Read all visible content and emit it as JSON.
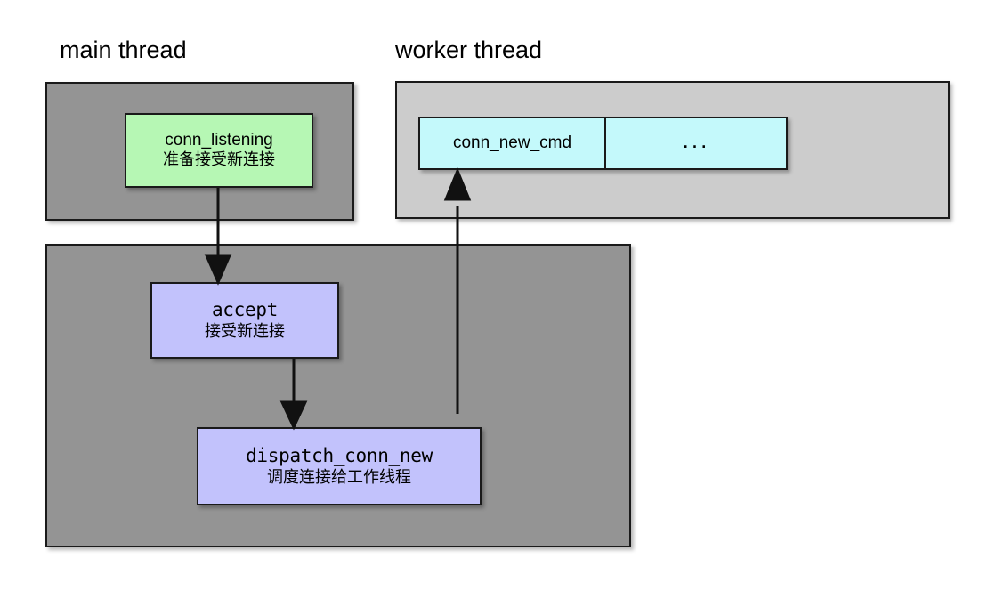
{
  "diagram": {
    "title_main_thread": "main thread",
    "title_worker_thread": "worker thread",
    "colors": {
      "panel_main": "#949494",
      "panel_worker": "#cccccc",
      "node_listening": "#b6f7b4",
      "node_accept": "#c2c2fc",
      "node_dispatch": "#c2c2fc",
      "queue": "#c4f9fb",
      "stroke": "#1a1a1a",
      "background": "#ffffff"
    },
    "nodes": {
      "conn_listening": {
        "code": "conn_listening",
        "desc": "准备接受新连接"
      },
      "accept": {
        "code": "accept",
        "desc": "接受新连接"
      },
      "dispatch_conn_new": {
        "code": "dispatch_conn_new",
        "desc": "调度连接给工作线程"
      }
    },
    "queue": {
      "cells": [
        "conn_new_cmd",
        "..."
      ]
    },
    "arrows": [
      {
        "name": "listening-to-accept",
        "from": "conn_listening",
        "to": "accept",
        "direction": "down"
      },
      {
        "name": "accept-to-dispatch",
        "from": "accept",
        "to": "dispatch_conn_new",
        "direction": "down"
      },
      {
        "name": "dispatch-to-queue",
        "from": "dispatch_conn_new",
        "to": "queue",
        "direction": "up"
      }
    ]
  }
}
